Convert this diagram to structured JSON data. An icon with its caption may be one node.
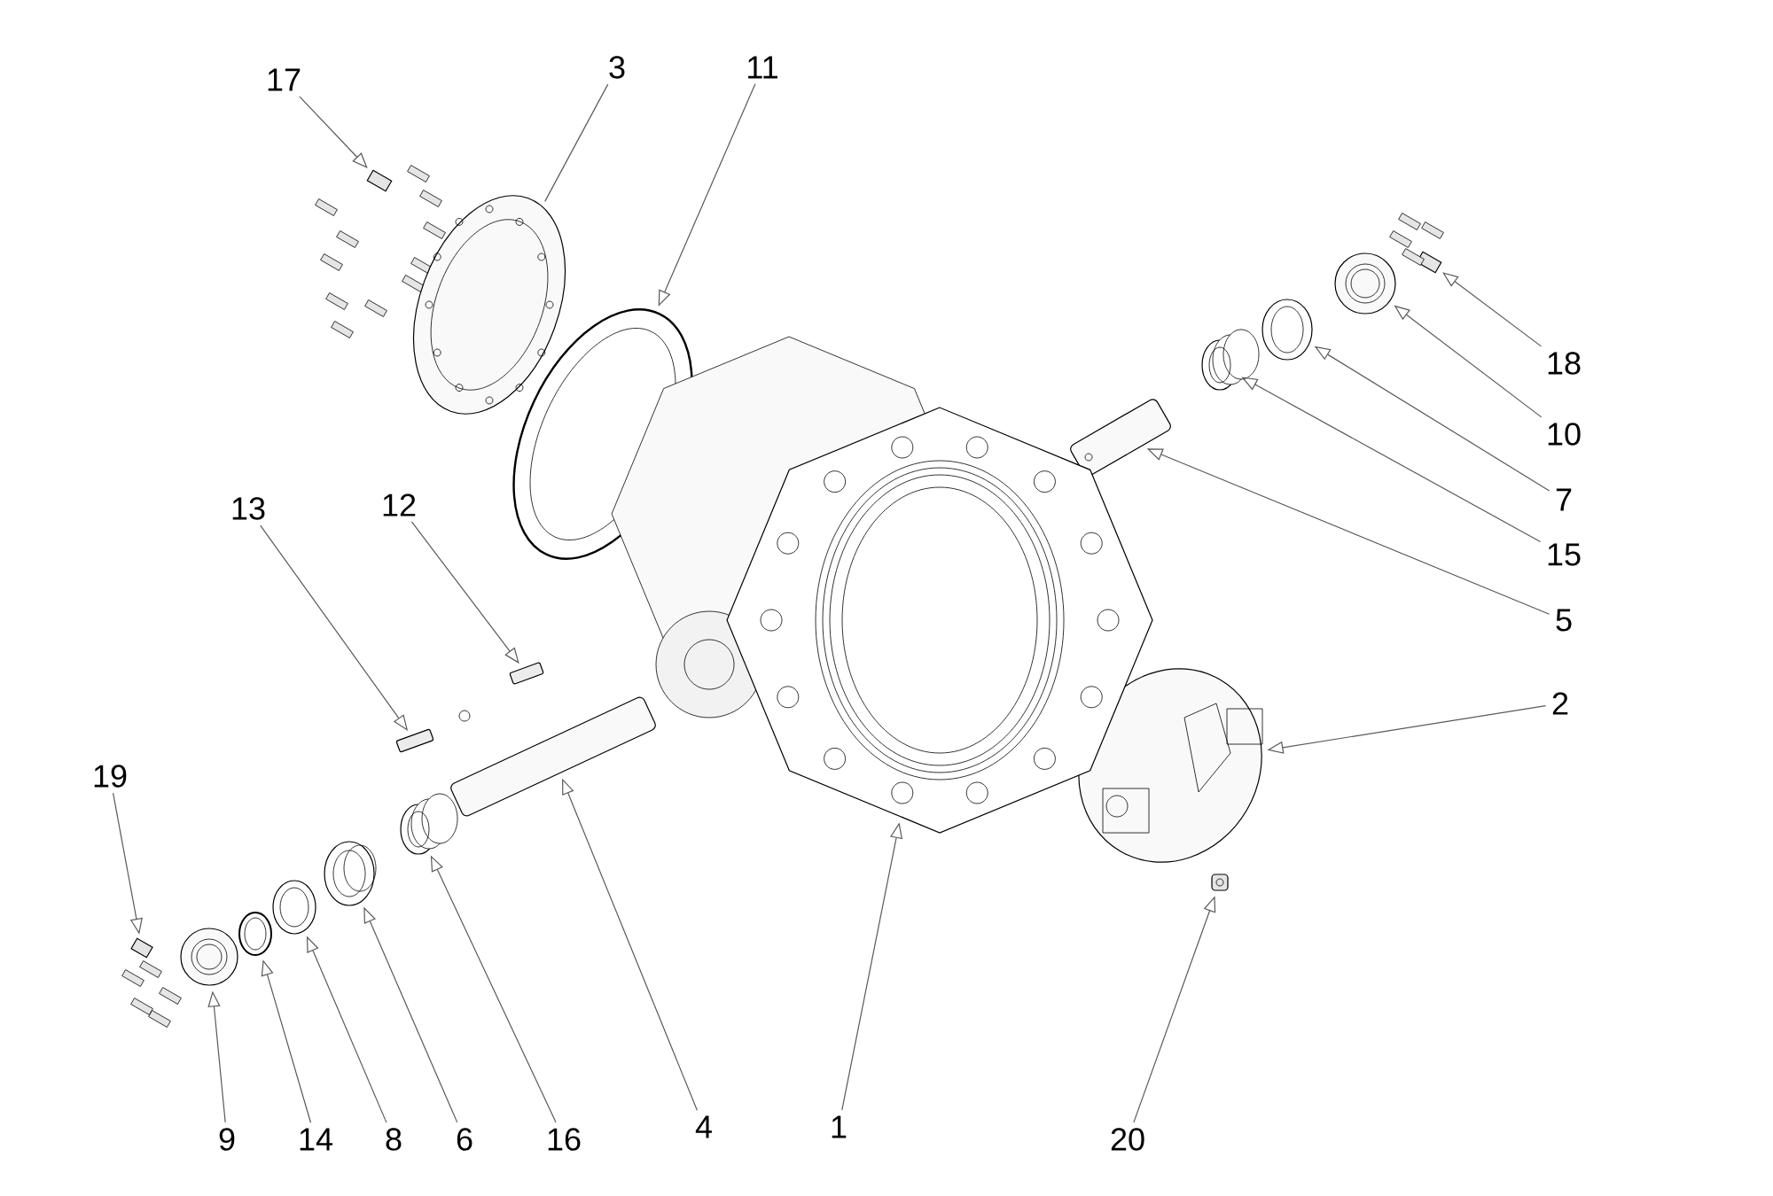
{
  "diagram": {
    "nodes": [
      {
        "text": [
          "17"
        ]
      },
      {
        "text": [],
        "shape": "picture"
      },
      {
        "text": [
          "3"
        ]
      },
      {
        "text": [],
        "shape": "picture"
      },
      {
        "text": [
          "11"
        ]
      },
      {
        "text": [],
        "shape": "picture"
      },
      {
        "text": [
          "18"
        ]
      },
      {
        "text": [],
        "shape": "picture"
      },
      {
        "text": [
          "10"
        ]
      },
      {
        "text": [],
        "shape": "picture"
      },
      {
        "text": [
          "7"
        ]
      },
      {
        "text": [],
        "shape": "picture"
      },
      {
        "text": [
          "15"
        ]
      },
      {
        "text": [],
        "shape": "picture"
      },
      {
        "text": [
          "5"
        ]
      },
      {
        "text": [],
        "shape": "picture"
      },
      {
        "text": [
          "2"
        ]
      },
      {
        "text": [],
        "shape": "picture"
      },
      {
        "text": [
          "13"
        ]
      },
      {
        "text": [],
        "shape": "picture"
      },
      {
        "text": [
          "12"
        ]
      },
      {
        "text": [],
        "shape": "picture"
      },
      {
        "text": [
          "19"
        ]
      },
      {
        "text": [],
        "shape": "picture"
      },
      {
        "text": [
          "9"
        ]
      },
      {
        "text": [],
        "shape": "picture"
      },
      {
        "text": [
          "14"
        ]
      },
      {
        "text": [],
        "shape": "picture"
      },
      {
        "text": [
          "8"
        ]
      },
      {
        "text": [],
        "shape": "picture"
      },
      {
        "text": [
          "6"
        ]
      },
      {
        "text": [],
        "shape": "picture"
      },
      {
        "text": [
          "16"
        ]
      },
      {
        "text": [],
        "shape": "picture"
      },
      {
        "text": [
          "4"
        ]
      },
      {
        "text": [],
        "shape": "picture"
      },
      {
        "text": [
          "1"
        ]
      },
      {
        "text": [],
        "shape": "picture"
      },
      {
        "text": [
          "20"
        ]
      },
      {
        "text": [],
        "shape": "picture"
      }
    ],
    "edges": [
      {
        "from": 0,
        "to": 1,
        "arrow": "to"
      },
      {
        "from": 2,
        "to": 3,
        "arrow": "none"
      },
      {
        "from": 4,
        "to": 5,
        "arrow": "to"
      },
      {
        "from": 6,
        "to": 7,
        "arrow": "to"
      },
      {
        "from": 8,
        "to": 9,
        "arrow": "to"
      },
      {
        "from": 10,
        "to": 11,
        "arrow": "to"
      },
      {
        "from": 12,
        "to": 13,
        "arrow": "to"
      },
      {
        "from": 14,
        "to": 15,
        "arrow": "to"
      },
      {
        "from": 16,
        "to": 17,
        "arrow": "to"
      },
      {
        "from": 18,
        "to": 19,
        "arrow": "to"
      },
      {
        "from": 20,
        "to": 21,
        "arrow": "to"
      },
      {
        "from": 22,
        "to": 23,
        "arrow": "to"
      },
      {
        "from": 24,
        "to": 25,
        "arrow": "to"
      },
      {
        "from": 26,
        "to": 27,
        "arrow": "to"
      },
      {
        "from": 28,
        "to": 29,
        "arrow": "to"
      },
      {
        "from": 30,
        "to": 31,
        "arrow": "to"
      },
      {
        "from": 32,
        "to": 33,
        "arrow": "to"
      },
      {
        "from": 34,
        "to": 35,
        "arrow": "to"
      },
      {
        "from": 36,
        "to": 37,
        "arrow": "to"
      },
      {
        "from": 38,
        "to": 39,
        "arrow": "to"
      }
    ]
  }
}
